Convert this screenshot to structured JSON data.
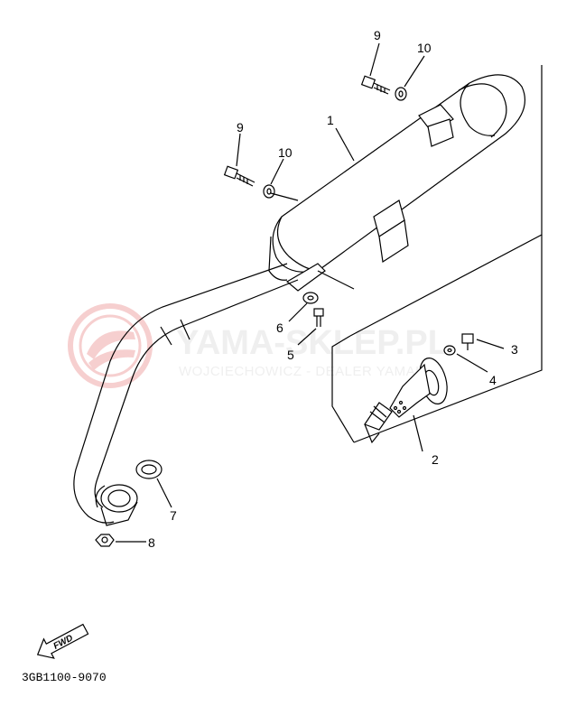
{
  "callouts": [
    {
      "id": "1",
      "text": "1"
    },
    {
      "id": "2",
      "text": "2"
    },
    {
      "id": "3",
      "text": "3"
    },
    {
      "id": "4",
      "text": "4"
    },
    {
      "id": "5",
      "text": "5"
    },
    {
      "id": "6",
      "text": "6"
    },
    {
      "id": "7",
      "text": "7"
    },
    {
      "id": "8",
      "text": "8"
    },
    {
      "id": "9a",
      "text": "9"
    },
    {
      "id": "10a",
      "text": "10"
    },
    {
      "id": "9b",
      "text": "9"
    },
    {
      "id": "10b",
      "text": "10"
    }
  ],
  "watermark": {
    "brand": "YAMA-SKLEP.PL",
    "tagline": "WOJCIECHOWICZ - DEALER YAMAHA"
  },
  "fwd_label": "FWD",
  "diagram_code": "3GB1100-9070",
  "colors": {
    "line": "#000000",
    "watermark": "#f2b7b7",
    "watermark_text": "#e8e8e8"
  }
}
